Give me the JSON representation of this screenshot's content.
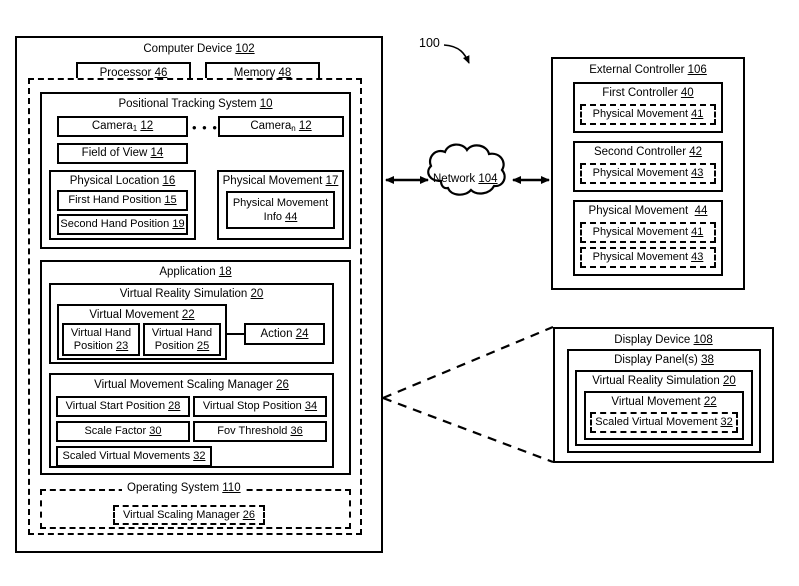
{
  "figure": {
    "ref_label": "100",
    "network": {
      "label": "Network",
      "ref": "104"
    }
  },
  "computer_device": {
    "title": "Computer Device",
    "ref": "102",
    "processor": {
      "label": "Processor",
      "ref": "46"
    },
    "memory": {
      "label": "Memory",
      "ref": "48"
    },
    "positional_tracking_system": {
      "title": "Positional Tracking System",
      "ref": "10",
      "camera_first": {
        "label": "Camera",
        "sub": "1",
        "ref": "12"
      },
      "camera_last": {
        "label": "Camera",
        "sub": "n",
        "ref": "12"
      },
      "ellipsis": "• • •",
      "field_of_view": {
        "label": "Field of View",
        "ref": "14"
      },
      "physical_location": {
        "title": "Physical Location",
        "ref": "16",
        "items": [
          {
            "label": "First Hand Position",
            "ref": "15"
          },
          {
            "label": "Second Hand Position",
            "ref": "19"
          }
        ]
      },
      "physical_movement": {
        "title": "Physical Movement",
        "ref": "17",
        "items": [
          {
            "label": "Physical Movement Info",
            "ref": "44"
          }
        ]
      }
    },
    "application": {
      "title": "Application",
      "ref": "18",
      "virtual_reality_simulation": {
        "title": "Virtual Reality Simulation",
        "ref": "20",
        "virtual_movement": {
          "title": "Virtual Movement",
          "ref": "22",
          "items": [
            {
              "label": "Virtual Hand Position",
              "ref": "23"
            },
            {
              "label": "Virtual Hand Position",
              "ref": "25"
            }
          ]
        },
        "action": {
          "label": "Action",
          "ref": "24"
        }
      },
      "virtual_movement_scaling_manager": {
        "title": "Virtual Movement Scaling Manager",
        "ref": "26",
        "items": [
          {
            "label": "Virtual Start Position",
            "ref": "28"
          },
          {
            "label": "Virtual Stop Position",
            "ref": "34"
          },
          {
            "label": "Scale Factor",
            "ref": "30"
          },
          {
            "label": "Fov Threshold",
            "ref": "36"
          },
          {
            "label": "Scaled Virtual Movements",
            "ref": "32"
          }
        ]
      }
    },
    "operating_system": {
      "title": "Operating System",
      "ref": "110",
      "items": [
        {
          "label": "Virtual Scaling Manager",
          "ref": "26"
        }
      ]
    }
  },
  "external_controller": {
    "title": "External Controller",
    "ref": "106",
    "first_controller": {
      "title": "First Controller",
      "ref": "40",
      "items": [
        {
          "label": "Physical Movement",
          "ref": "41"
        }
      ]
    },
    "second_controller": {
      "title": "Second Controller",
      "ref": "42",
      "items": [
        {
          "label": "Physical Movement",
          "ref": "43"
        }
      ]
    },
    "physical_movement": {
      "title": "Physical Movement",
      "ref": "44",
      "items": [
        {
          "label": "Physical Movement",
          "ref": "41"
        },
        {
          "label": "Physical Movement",
          "ref": "43"
        }
      ]
    }
  },
  "display_device": {
    "title": "Display Device",
    "ref": "108",
    "display_panels": {
      "title": "Display Panel(s)",
      "ref": "38",
      "virtual_reality_simulation": {
        "title": "Virtual Reality Simulation",
        "ref": "20",
        "virtual_movement": {
          "title": "Virtual Movement",
          "ref": "22",
          "items": [
            {
              "label": "Scaled Virtual Movement",
              "ref": "32"
            }
          ]
        }
      }
    }
  }
}
